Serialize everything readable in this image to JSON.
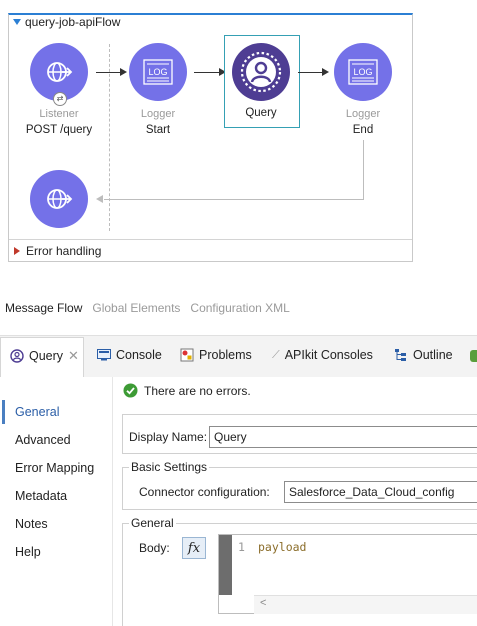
{
  "flow": {
    "title": "query-job-apiFlow",
    "nodes": {
      "listener": {
        "type": "Listener",
        "sub": "POST /query",
        "icon": "globe-arrow-icon"
      },
      "logger_start": {
        "type": "Logger",
        "sub": "Start",
        "icon_text": "LOG"
      },
      "query": {
        "type": "",
        "sub": "Query",
        "icon": "person-icon"
      },
      "logger_end": {
        "type": "Logger",
        "sub": "End",
        "icon_text": "LOG"
      },
      "response": {
        "icon": "globe-arrow-icon"
      }
    },
    "error_handling": "Error handling"
  },
  "editor_tabs": [
    "Message Flow",
    "Global Elements",
    "Configuration XML"
  ],
  "view_tabs": {
    "query": "Query",
    "console": "Console",
    "problems": "Problems",
    "apikit": "APIkit Consoles",
    "outline": "Outline"
  },
  "status": {
    "message": "There are no errors."
  },
  "sidebar": {
    "items": [
      "General",
      "Advanced",
      "Error Mapping",
      "Metadata",
      "Notes",
      "Help"
    ],
    "active": "General"
  },
  "form": {
    "display_name_label": "Display Name:",
    "display_name_value": "Query",
    "basic_settings_label": "Basic Settings",
    "connector_label": "Connector configuration:",
    "connector_value": "Salesforce_Data_Cloud_config",
    "general_label": "General",
    "body_label": "Body:",
    "fx": "fx",
    "line_number": "1",
    "body_code": "payload"
  },
  "colors": {
    "accent": "#7471e8",
    "query_node": "#4e3d93",
    "selection": "#35a0b4",
    "code_text": "#8b6d2a"
  }
}
